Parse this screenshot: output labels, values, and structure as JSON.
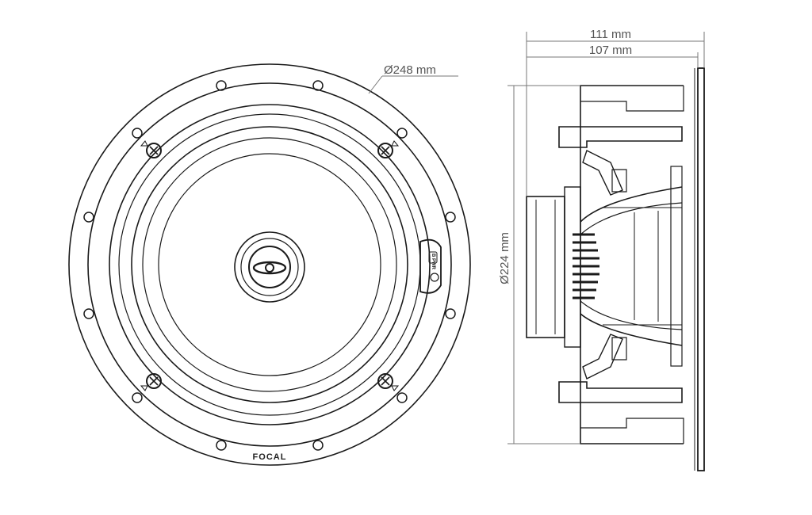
{
  "dimensions": {
    "front_diameter": "Ø248 mm",
    "side_depth_total": "111 mm",
    "side_depth_mount": "107 mm",
    "side_height": "Ø224 mm"
  },
  "branding": {
    "logo_text": "FOCAL",
    "switch_label": "B PWR"
  },
  "colors": {
    "line": "#1a1a1a",
    "dimension_line": "#777777",
    "dimension_text": "#555555",
    "background": "#ffffff"
  }
}
